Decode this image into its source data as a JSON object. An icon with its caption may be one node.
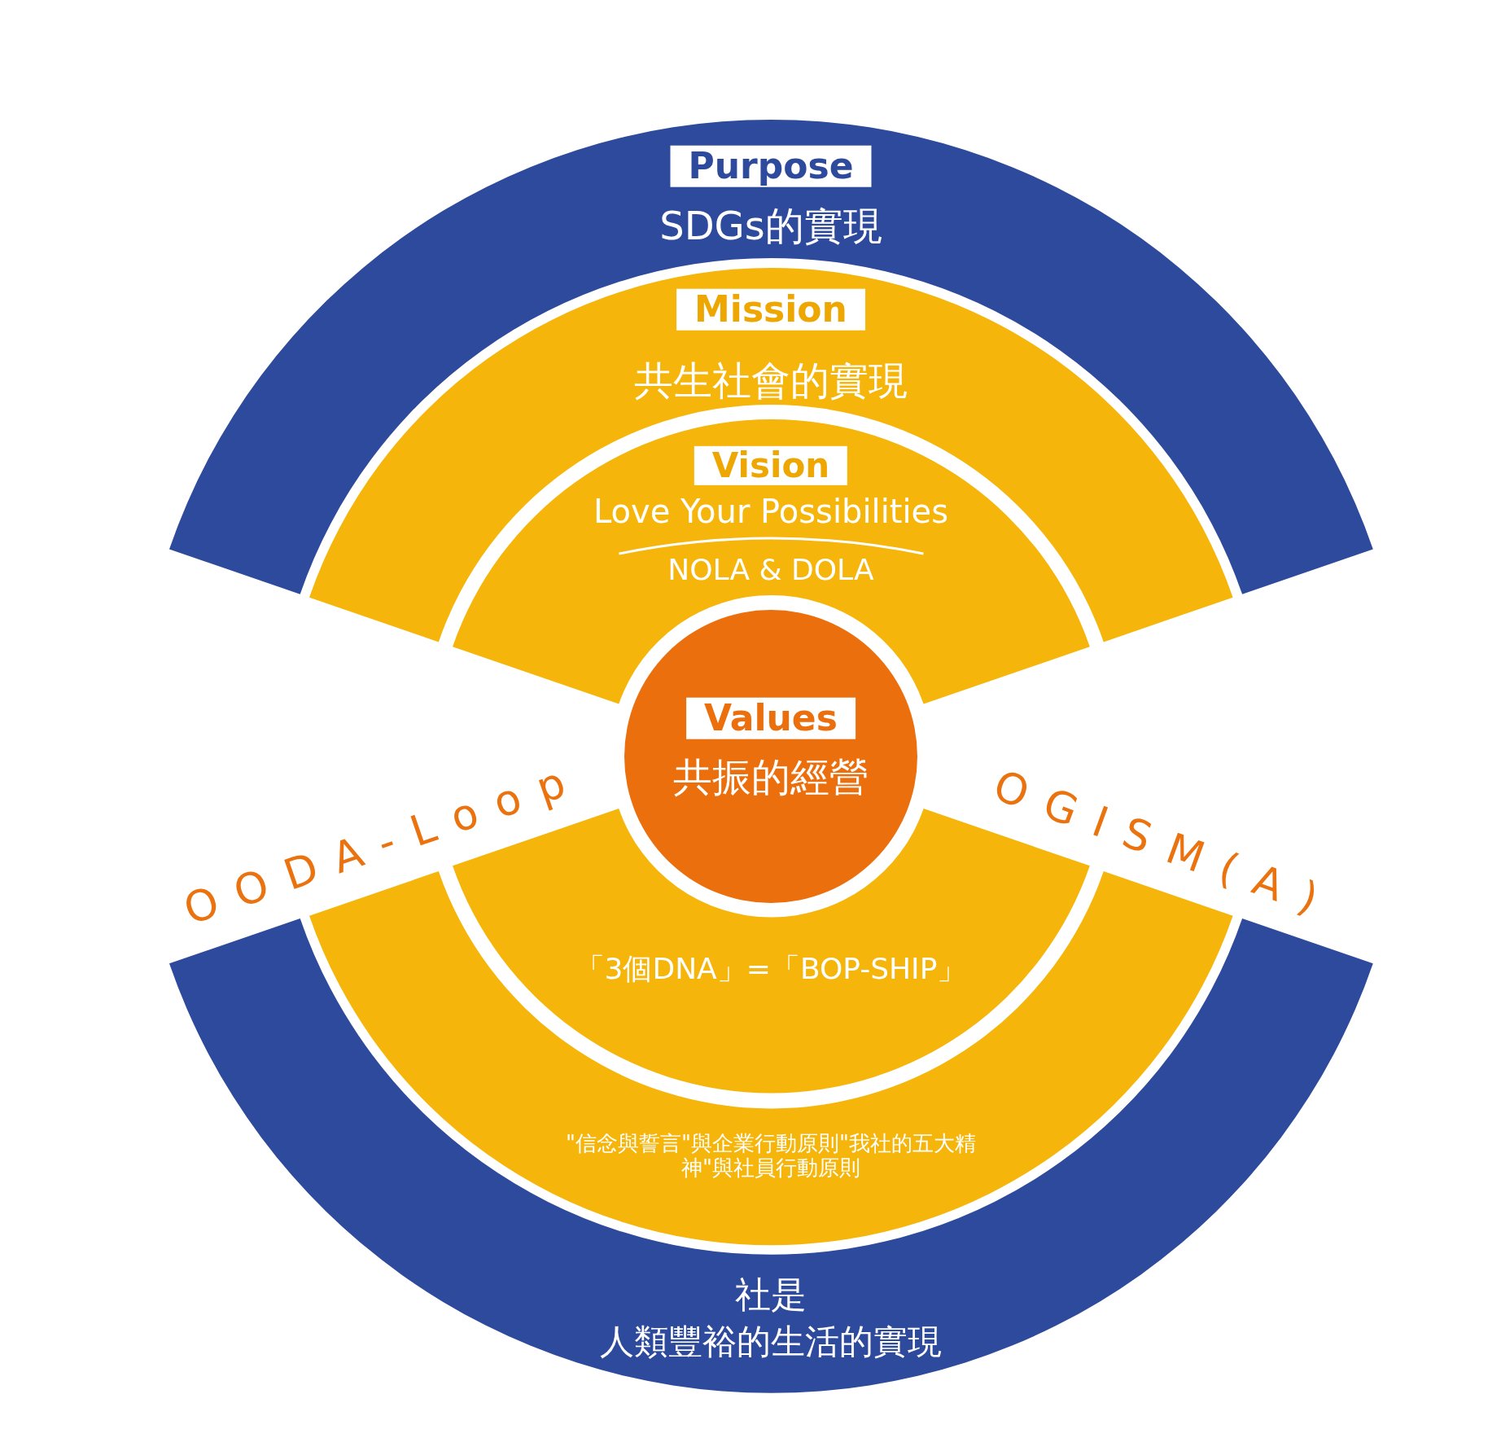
{
  "diagram": {
    "nodes": [
      {
        "text": [
          "Purpose",
          "SDGs的實現"
        ]
      },
      {
        "text": [
          "Mission",
          "共生社會的實現"
        ]
      },
      {
        "text": [
          "Vision",
          "Love Your Possibilities",
          "NOLA & DOLA"
        ]
      },
      {
        "text": [
          "Values",
          "共振的經營"
        ]
      },
      {
        "text": [
          "「3個DNA」=「BOP-SHIP」"
        ]
      },
      {
        "text": [
          "\"信念與誓言\"與企業行動原則\"我社的五大精神\"與社員行動原則"
        ]
      },
      {
        "text": [
          "社是",
          "人類豐裕的生活的實現"
        ]
      }
    ],
    "edges": [],
    "labels": [
      "OODA-Loop",
      "OGISM(A)"
    ]
  }
}
